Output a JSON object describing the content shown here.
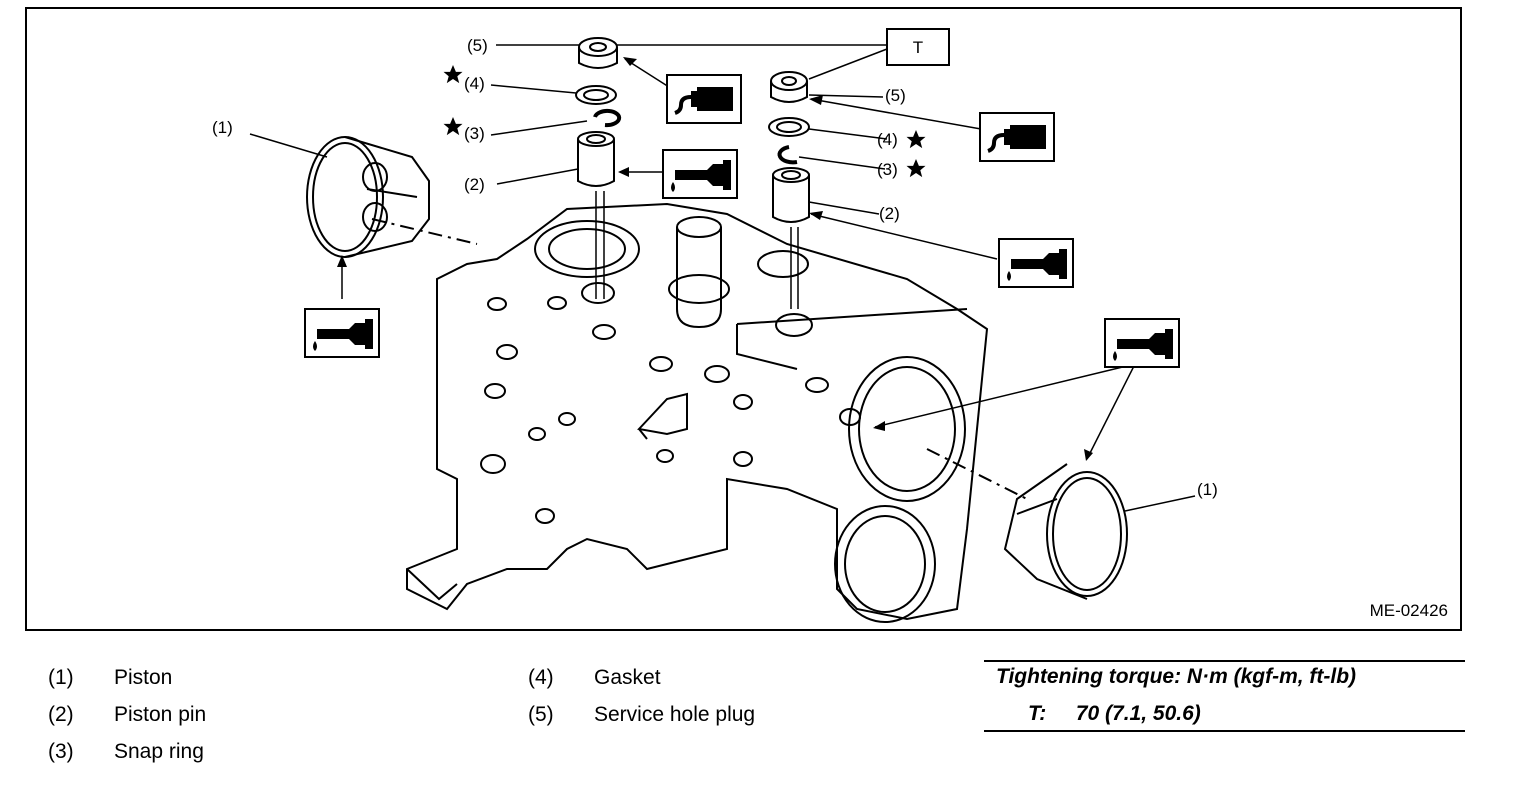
{
  "figure": {
    "id": "ME-02426",
    "callouts": {
      "piston_left": "(1)",
      "piston_right": "(1)",
      "pin_left": "(2)",
      "pin_right": "(2)",
      "snap_left": "(3)",
      "snap_right": "(3)",
      "gasket_left": "(4)",
      "gasket_right": "(4)",
      "plug_left": "(5)",
      "plug_right": "(5)",
      "torque_box": "T"
    },
    "icons": [
      "oil-can-icon",
      "sealant-tube-icon",
      "star-icon",
      "new-part-star-icon"
    ]
  },
  "legend": [
    {
      "num": "(1)",
      "name": "Piston"
    },
    {
      "num": "(2)",
      "name": "Piston pin"
    },
    {
      "num": "(3)",
      "name": "Snap ring"
    },
    {
      "num": "(4)",
      "name": "Gasket"
    },
    {
      "num": "(5)",
      "name": "Service hole plug"
    }
  ],
  "torque": {
    "heading": "Tightening torque: N·m (kgf-m, ft-lb)",
    "label": "T:",
    "value": "70 (7.1, 50.6)"
  }
}
